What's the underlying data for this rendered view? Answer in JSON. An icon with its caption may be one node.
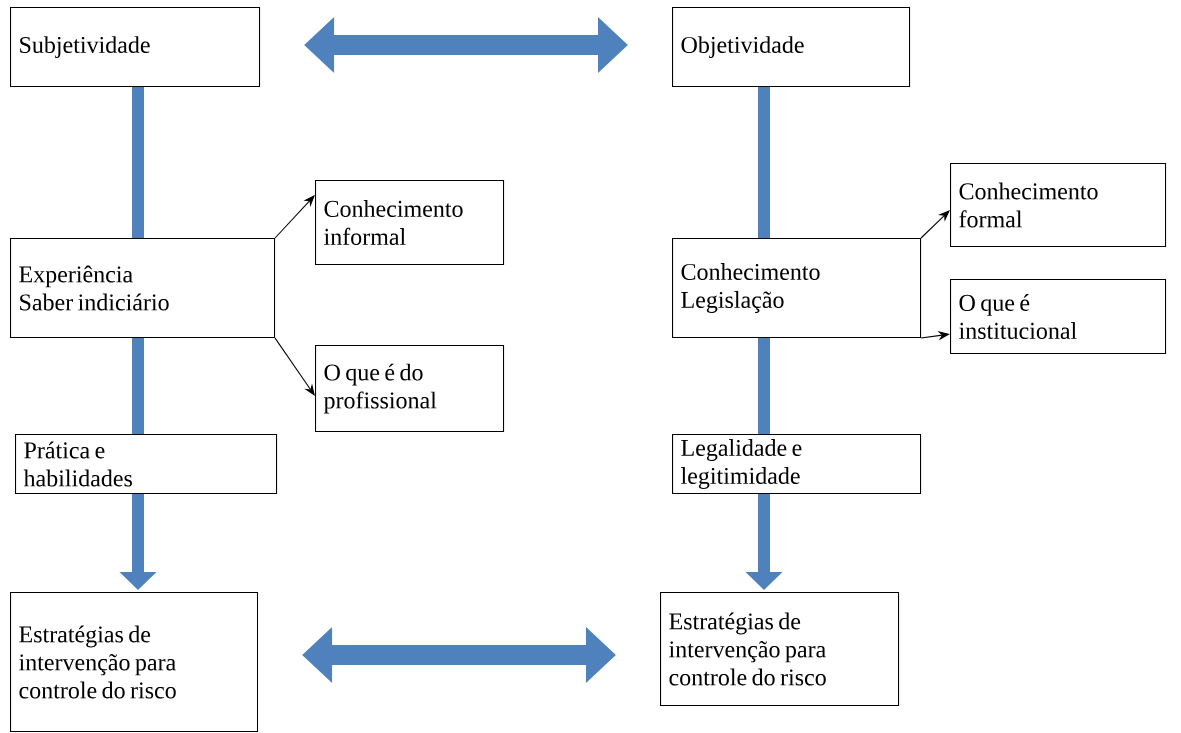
{
  "diagram": {
    "nodes": [
      {
        "text": [
          "Subjetividade"
        ]
      },
      {
        "text": [
          "Objetividade"
        ]
      },
      {
        "text": [
          "Conhecimento informal"
        ]
      },
      {
        "text": [
          "Experiência",
          "Saber indiciário"
        ]
      },
      {
        "text": [
          "O que é do profissional"
        ]
      },
      {
        "text": [
          "Conhecimento formal"
        ]
      },
      {
        "text": [
          "Conhecimento",
          "Legislação"
        ]
      },
      {
        "text": [
          "O que é institucional"
        ]
      },
      {
        "text": [
          "Prática e habilidades"
        ]
      },
      {
        "text": [
          "Legalidade e legitimidade"
        ]
      },
      {
        "text": [
          "Estratégias de intervenção para controle do risco"
        ]
      },
      {
        "text": [
          "Estratégias de intervenção para controle do risco"
        ]
      }
    ],
    "edges": [
      {
        "from": 0,
        "to": 1,
        "arrow": "both"
      },
      {
        "from": 0,
        "to": 3,
        "arrow": "none"
      },
      {
        "from": 3,
        "to": 8,
        "arrow": "none"
      },
      {
        "from": 8,
        "to": 10,
        "arrow": "to"
      },
      {
        "from": 1,
        "to": 6,
        "arrow": "none"
      },
      {
        "from": 6,
        "to": 9,
        "arrow": "none"
      },
      {
        "from": 9,
        "to": 11,
        "arrow": "to"
      },
      {
        "from": 10,
        "to": 11,
        "arrow": "both"
      },
      {
        "from": 3,
        "to": 2,
        "arrow": "to",
        "color": "#000000"
      },
      {
        "from": 3,
        "to": 4,
        "arrow": "to",
        "color": "#000000"
      },
      {
        "from": 6,
        "to": 5,
        "arrow": "to",
        "color": "#000000"
      },
      {
        "from": 6,
        "to": 7,
        "arrow": "to",
        "color": "#000000"
      }
    ]
  }
}
